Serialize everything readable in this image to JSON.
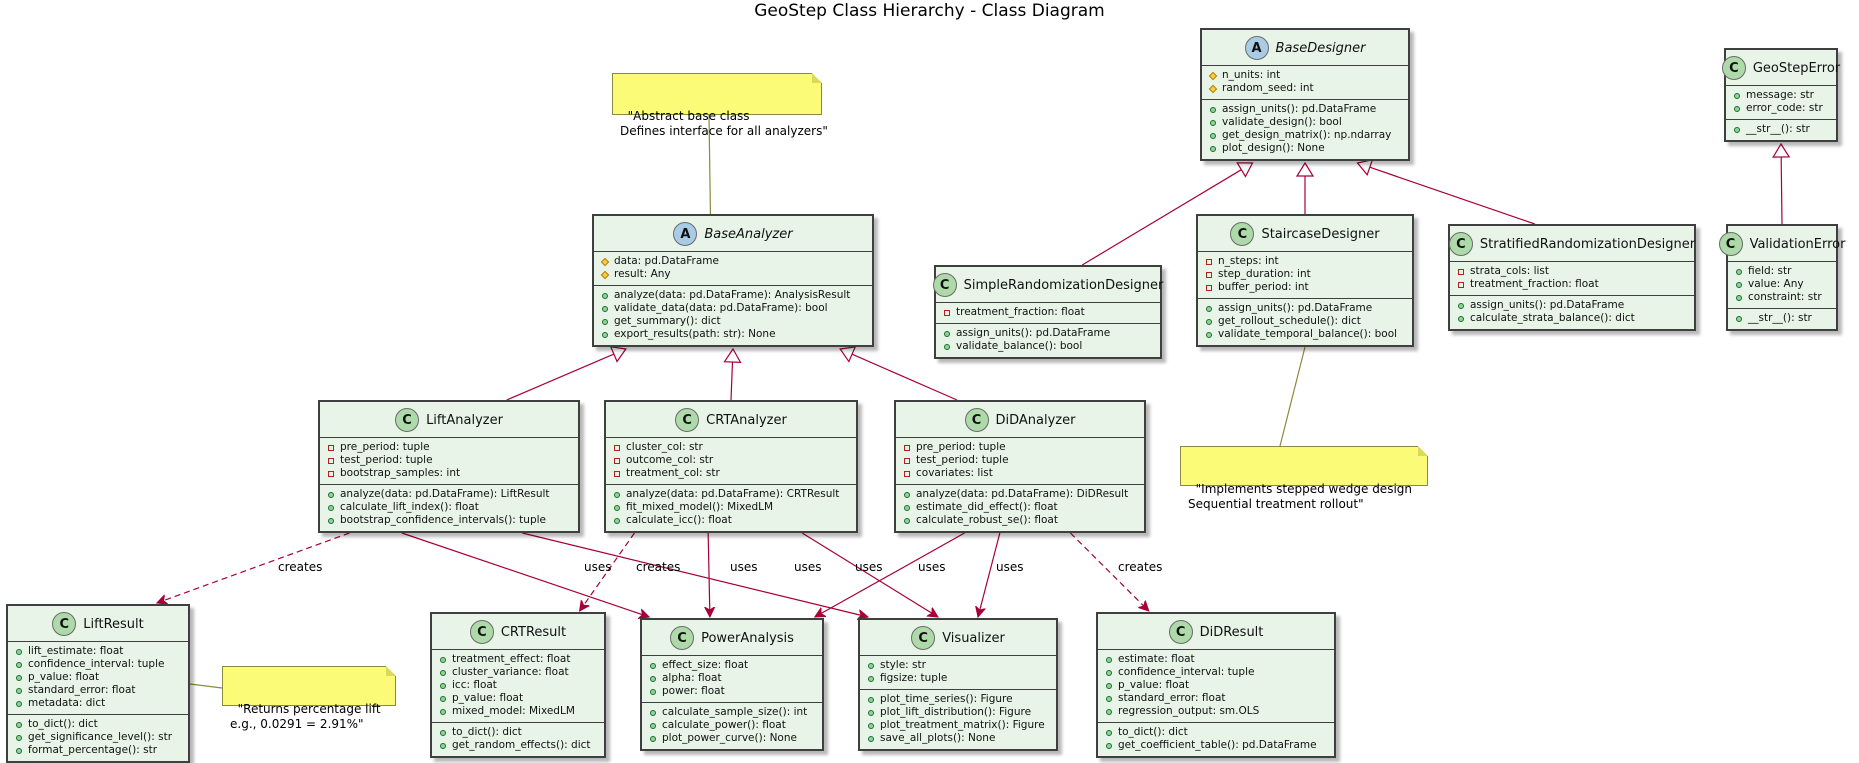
{
  "title": "GeoStep Class Hierarchy - Class Diagram",
  "colors": {
    "class_fill": "#e7f4e7",
    "note_fill": "#fbfb77",
    "arrow": "#a80036"
  },
  "notes": {
    "base_analyzer": "\"Abstract base class\nDefines interface for all analyzers\"",
    "staircase": "\"Implements stepped wedge design\nSequential treatment rollout\"",
    "lift_result": "\"Returns percentage lift\ne.g., 0.0291 = 2.91%\""
  },
  "edge_labels": {
    "lift_creates": "creates",
    "lift_uses_power": "uses",
    "lift_uses_vis": "uses",
    "crt_creates": "creates",
    "crt_uses_power": "uses",
    "crt_uses_vis": "uses",
    "did_uses_power": "uses",
    "did_uses_vis": "uses",
    "did_creates": "creates"
  },
  "classes": {
    "base_designer": {
      "stereotype": "A",
      "name": "BaseDesigner",
      "abstract": true,
      "fields": [
        {
          "v": "prot",
          "t": "n_units: int"
        },
        {
          "v": "prot",
          "t": "random_seed: int"
        }
      ],
      "methods": [
        {
          "v": "pub",
          "t": "assign_units(): pd.DataFrame"
        },
        {
          "v": "pub",
          "t": "validate_design(): bool"
        },
        {
          "v": "pub",
          "t": "get_design_matrix(): np.ndarray"
        },
        {
          "v": "pub",
          "t": "plot_design(): None"
        }
      ]
    },
    "geostep_error": {
      "stereotype": "C",
      "name": "GeoStepError",
      "fields": [
        {
          "v": "pub",
          "t": "message: str"
        },
        {
          "v": "pub",
          "t": "error_code: str"
        }
      ],
      "methods": [
        {
          "v": "pub",
          "t": "__str__(): str"
        }
      ]
    },
    "base_analyzer": {
      "stereotype": "A",
      "name": "BaseAnalyzer",
      "abstract": true,
      "fields": [
        {
          "v": "prot",
          "t": "data: pd.DataFrame"
        },
        {
          "v": "prot",
          "t": "result: Any"
        }
      ],
      "methods": [
        {
          "v": "pub",
          "t": "analyze(data: pd.DataFrame): AnalysisResult"
        },
        {
          "v": "pub",
          "t": "validate_data(data: pd.DataFrame): bool"
        },
        {
          "v": "pub",
          "t": "get_summary(): dict"
        },
        {
          "v": "pub",
          "t": "export_results(path: str): None"
        }
      ]
    },
    "simple_rand": {
      "stereotype": "C",
      "name": "SimpleRandomizationDesigner",
      "fields": [
        {
          "v": "priv",
          "t": "treatment_fraction: float"
        }
      ],
      "methods": [
        {
          "v": "pub",
          "t": "assign_units(): pd.DataFrame"
        },
        {
          "v": "pub",
          "t": "validate_balance(): bool"
        }
      ]
    },
    "staircase": {
      "stereotype": "C",
      "name": "StaircaseDesigner",
      "fields": [
        {
          "v": "priv",
          "t": "n_steps: int"
        },
        {
          "v": "priv",
          "t": "step_duration: int"
        },
        {
          "v": "priv",
          "t": "buffer_period: int"
        }
      ],
      "methods": [
        {
          "v": "pub",
          "t": "assign_units(): pd.DataFrame"
        },
        {
          "v": "pub",
          "t": "get_rollout_schedule(): dict"
        },
        {
          "v": "pub",
          "t": "validate_temporal_balance(): bool"
        }
      ]
    },
    "stratified": {
      "stereotype": "C",
      "name": "StratifiedRandomizationDesigner",
      "fields": [
        {
          "v": "priv",
          "t": "strata_cols: list"
        },
        {
          "v": "priv",
          "t": "treatment_fraction: float"
        }
      ],
      "methods": [
        {
          "v": "pub",
          "t": "assign_units(): pd.DataFrame"
        },
        {
          "v": "pub",
          "t": "calculate_strata_balance(): dict"
        }
      ]
    },
    "validation_error": {
      "stereotype": "C",
      "name": "ValidationError",
      "fields": [
        {
          "v": "pub",
          "t": "field: str"
        },
        {
          "v": "pub",
          "t": "value: Any"
        },
        {
          "v": "pub",
          "t": "constraint: str"
        }
      ],
      "methods": [
        {
          "v": "pub",
          "t": "__str__(): str"
        }
      ]
    },
    "lift_analyzer": {
      "stereotype": "C",
      "name": "LiftAnalyzer",
      "fields": [
        {
          "v": "priv",
          "t": "pre_period: tuple"
        },
        {
          "v": "priv",
          "t": "test_period: tuple"
        },
        {
          "v": "priv",
          "t": "bootstrap_samples: int"
        }
      ],
      "methods": [
        {
          "v": "pub",
          "t": "analyze(data: pd.DataFrame): LiftResult"
        },
        {
          "v": "pub",
          "t": "calculate_lift_index(): float"
        },
        {
          "v": "pub",
          "t": "bootstrap_confidence_intervals(): tuple"
        }
      ]
    },
    "crt_analyzer": {
      "stereotype": "C",
      "name": "CRTAnalyzer",
      "fields": [
        {
          "v": "priv",
          "t": "cluster_col: str"
        },
        {
          "v": "priv",
          "t": "outcome_col: str"
        },
        {
          "v": "priv",
          "t": "treatment_col: str"
        }
      ],
      "methods": [
        {
          "v": "pub",
          "t": "analyze(data: pd.DataFrame): CRTResult"
        },
        {
          "v": "pub",
          "t": "fit_mixed_model(): MixedLM"
        },
        {
          "v": "pub",
          "t": "calculate_icc(): float"
        }
      ]
    },
    "did_analyzer": {
      "stereotype": "C",
      "name": "DiDAnalyzer",
      "fields": [
        {
          "v": "priv",
          "t": "pre_period: tuple"
        },
        {
          "v": "priv",
          "t": "test_period: tuple"
        },
        {
          "v": "priv",
          "t": "covariates: list"
        }
      ],
      "methods": [
        {
          "v": "pub",
          "t": "analyze(data: pd.DataFrame): DiDResult"
        },
        {
          "v": "pub",
          "t": "estimate_did_effect(): float"
        },
        {
          "v": "pub",
          "t": "calculate_robust_se(): float"
        }
      ]
    },
    "lift_result": {
      "stereotype": "C",
      "name": "LiftResult",
      "fields": [
        {
          "v": "pub",
          "t": "lift_estimate: float"
        },
        {
          "v": "pub",
          "t": "confidence_interval: tuple"
        },
        {
          "v": "pub",
          "t": "p_value: float"
        },
        {
          "v": "pub",
          "t": "standard_error: float"
        },
        {
          "v": "pub",
          "t": "metadata: dict"
        }
      ],
      "methods": [
        {
          "v": "pub",
          "t": "to_dict(): dict"
        },
        {
          "v": "pub",
          "t": "get_significance_level(): str"
        },
        {
          "v": "pub",
          "t": "format_percentage(): str"
        }
      ]
    },
    "crt_result": {
      "stereotype": "C",
      "name": "CRTResult",
      "fields": [
        {
          "v": "pub",
          "t": "treatment_effect: float"
        },
        {
          "v": "pub",
          "t": "cluster_variance: float"
        },
        {
          "v": "pub",
          "t": "icc: float"
        },
        {
          "v": "pub",
          "t": "p_value: float"
        },
        {
          "v": "pub",
          "t": "mixed_model: MixedLM"
        }
      ],
      "methods": [
        {
          "v": "pub",
          "t": "to_dict(): dict"
        },
        {
          "v": "pub",
          "t": "get_random_effects(): dict"
        }
      ]
    },
    "power_analysis": {
      "stereotype": "C",
      "name": "PowerAnalysis",
      "fields": [
        {
          "v": "pub",
          "t": "effect_size: float"
        },
        {
          "v": "pub",
          "t": "alpha: float"
        },
        {
          "v": "pub",
          "t": "power: float"
        }
      ],
      "methods": [
        {
          "v": "pub",
          "t": "calculate_sample_size(): int"
        },
        {
          "v": "pub",
          "t": "calculate_power(): float"
        },
        {
          "v": "pub",
          "t": "plot_power_curve(): None"
        }
      ]
    },
    "visualizer": {
      "stereotype": "C",
      "name": "Visualizer",
      "fields": [
        {
          "v": "pub",
          "t": "style: str"
        },
        {
          "v": "pub",
          "t": "figsize: tuple"
        }
      ],
      "methods": [
        {
          "v": "pub",
          "t": "plot_time_series(): Figure"
        },
        {
          "v": "pub",
          "t": "plot_lift_distribution(): Figure"
        },
        {
          "v": "pub",
          "t": "plot_treatment_matrix(): Figure"
        },
        {
          "v": "pub",
          "t": "save_all_plots(): None"
        }
      ]
    },
    "did_result": {
      "stereotype": "C",
      "name": "DiDResult",
      "fields": [
        {
          "v": "pub",
          "t": "estimate: float"
        },
        {
          "v": "pub",
          "t": "confidence_interval: tuple"
        },
        {
          "v": "pub",
          "t": "p_value: float"
        },
        {
          "v": "pub",
          "t": "standard_error: float"
        },
        {
          "v": "pub",
          "t": "regression_output: sm.OLS"
        }
      ],
      "methods": [
        {
          "v": "pub",
          "t": "to_dict(): dict"
        },
        {
          "v": "pub",
          "t": "get_coefficient_table(): pd.DataFrame"
        }
      ]
    }
  }
}
